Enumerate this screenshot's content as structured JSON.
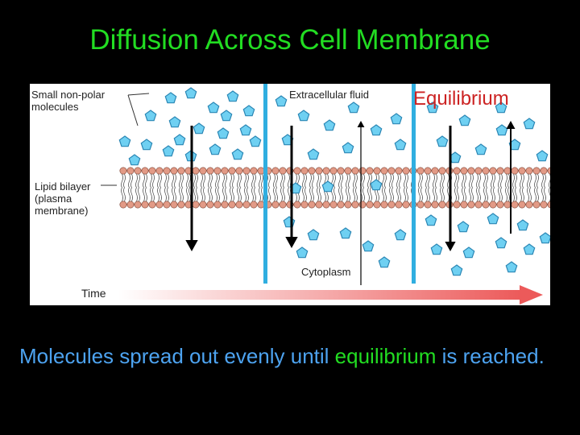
{
  "title": "Diffusion Across Cell Membrane",
  "figure": {
    "label_molecules": "Small non-polar molecules",
    "label_extracellular": "Extracellular fluid",
    "label_lipid": "Lipid bilayer (plasma membrane)",
    "label_cytoplasm": "Cytoplasm",
    "label_time": "Time",
    "label_equilibrium": "Equilibrium"
  },
  "caption": {
    "part1": "Molecules spread out evenly until ",
    "highlight": "equilibrium",
    "part2": " is reached."
  },
  "colors": {
    "title": "#22dd22",
    "caption": "#4da3f0",
    "highlight": "#22dd22",
    "equilibrium": "#cc2222",
    "molecule": "#5cc8ee",
    "divider": "#30aee0"
  }
}
